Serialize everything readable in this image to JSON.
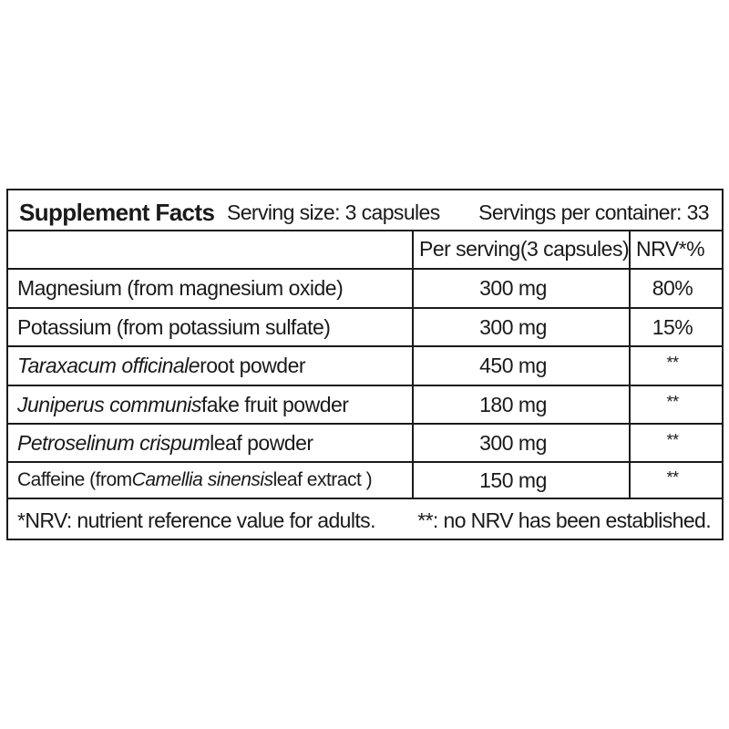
{
  "header": {
    "title": "Supplement Facts",
    "serving_size": "Serving size: 3 capsules",
    "servings_per_container": "Servings per container: 33"
  },
  "columns": {
    "name": "",
    "amount": "Per serving(3 capsules)",
    "nrv": "NRV*%"
  },
  "rows": [
    {
      "name_pre": "Magnesium (from magnesium oxide)",
      "name_italic": "",
      "name_post": "",
      "amount": "300 mg",
      "nrv": "80%"
    },
    {
      "name_pre": "Potassium (from potassium sulfate)",
      "name_italic": "",
      "name_post": "",
      "amount": "300 mg",
      "nrv": "15%"
    },
    {
      "name_pre": "",
      "name_italic": "Taraxacum officinale",
      "name_post": " root powder",
      "amount": "450 mg",
      "nrv": "**"
    },
    {
      "name_pre": "",
      "name_italic": "Juniperus communis",
      "name_post": " fake fruit powder",
      "amount": "180 mg",
      "nrv": "**"
    },
    {
      "name_pre": "",
      "name_italic": "Petroselinum crispum",
      "name_post": " leaf powder",
      "amount": "300 mg",
      "nrv": "**"
    },
    {
      "name_pre": "Caffeine (from ",
      "name_italic": "Camellia sinensis",
      "name_post": " leaf extract )",
      "amount": "150 mg",
      "nrv": "**"
    }
  ],
  "footer": {
    "nrv_note": "*NRV: nutrient reference value for adults.",
    "no_nrv_note": "**: no NRV has been established."
  }
}
